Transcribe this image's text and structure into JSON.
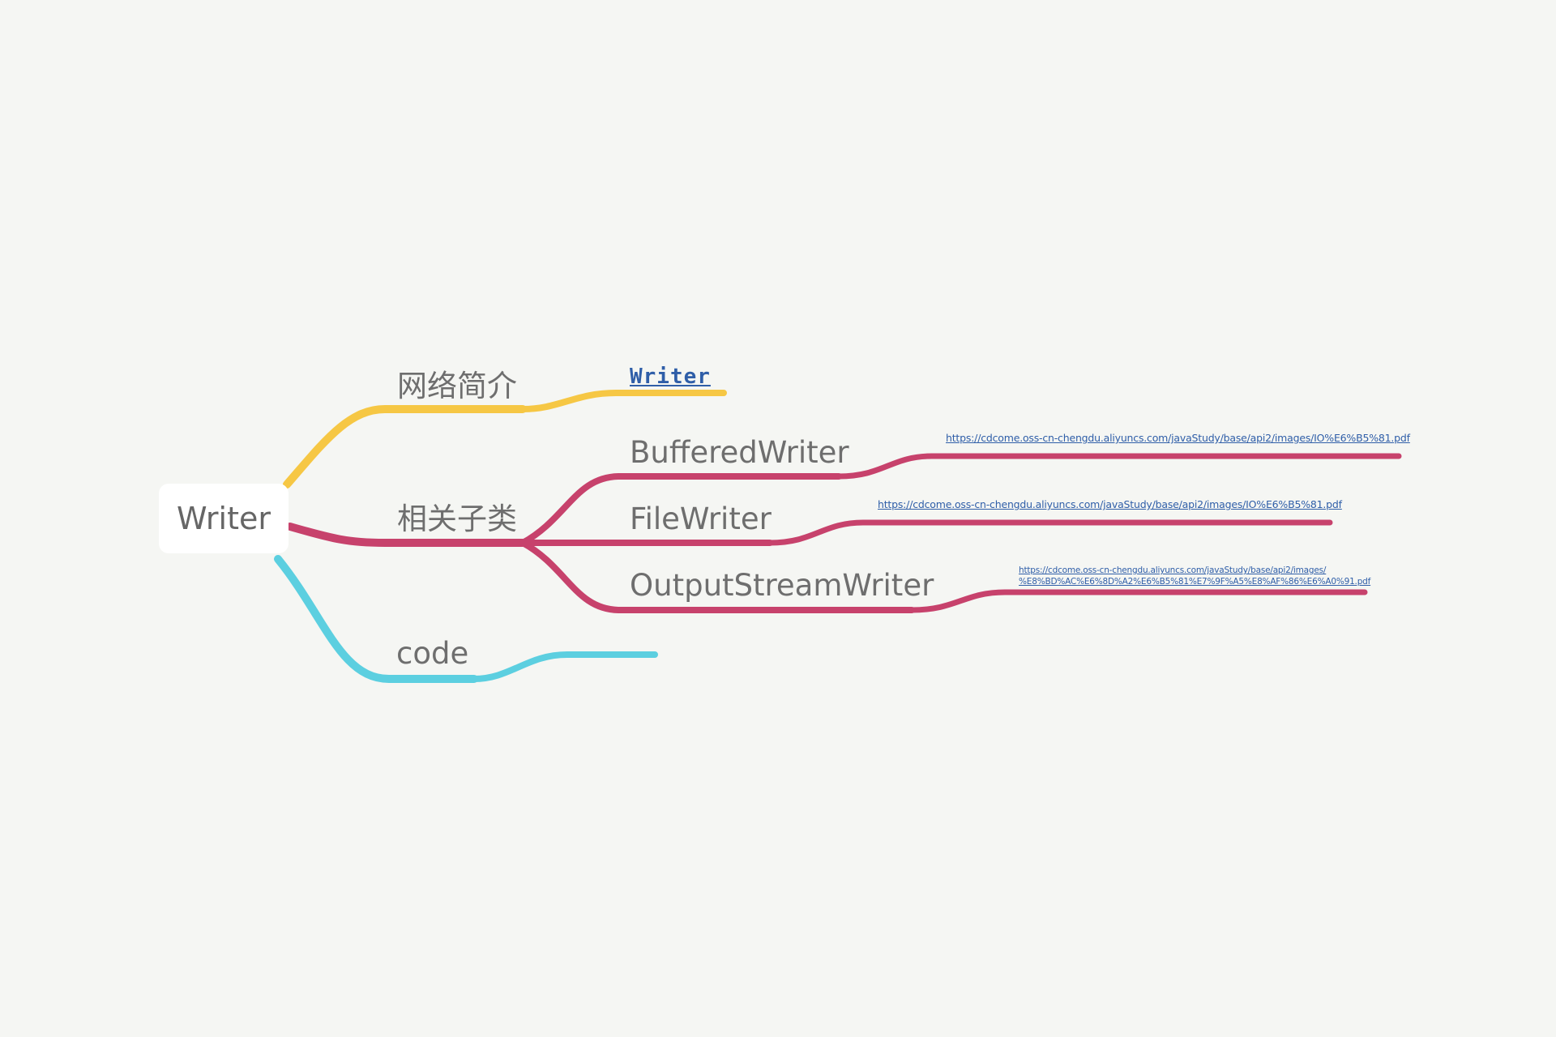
{
  "colors": {
    "background": "#f5f6f3",
    "branch_intro": "#f6c744",
    "branch_subclasses": "#c7426c",
    "branch_code": "#5ccfe0",
    "link": "#2f5ea8",
    "node_text": "#6e6e6e"
  },
  "mindmap": {
    "root": "Writer",
    "branches": {
      "intro": {
        "label": "网络简介",
        "link": "Writer"
      },
      "subclasses": {
        "label": "相关子类",
        "children": {
          "buffered": {
            "label": "BufferedWriter",
            "link": "https://cdcome.oss-cn-chengdu.aliyuncs.com/javaStudy/base/api2/images/IO%E6%B5%81.pdf"
          },
          "file": {
            "label": "FileWriter",
            "link": "https://cdcome.oss-cn-chengdu.aliyuncs.com/javaStudy/base/api2/images/IO%E6%B5%81.pdf"
          },
          "output": {
            "label": "OutputStreamWriter",
            "link_line1": "https://cdcome.oss-cn-chengdu.aliyuncs.com/javaStudy/base/api2/images/",
            "link_line2": "%E8%BD%AC%E6%8D%A2%E6%B5%81%E7%9F%A5%E8%AF%86%E6%A0%91.pdf"
          }
        }
      },
      "code": {
        "label": "code"
      }
    }
  }
}
